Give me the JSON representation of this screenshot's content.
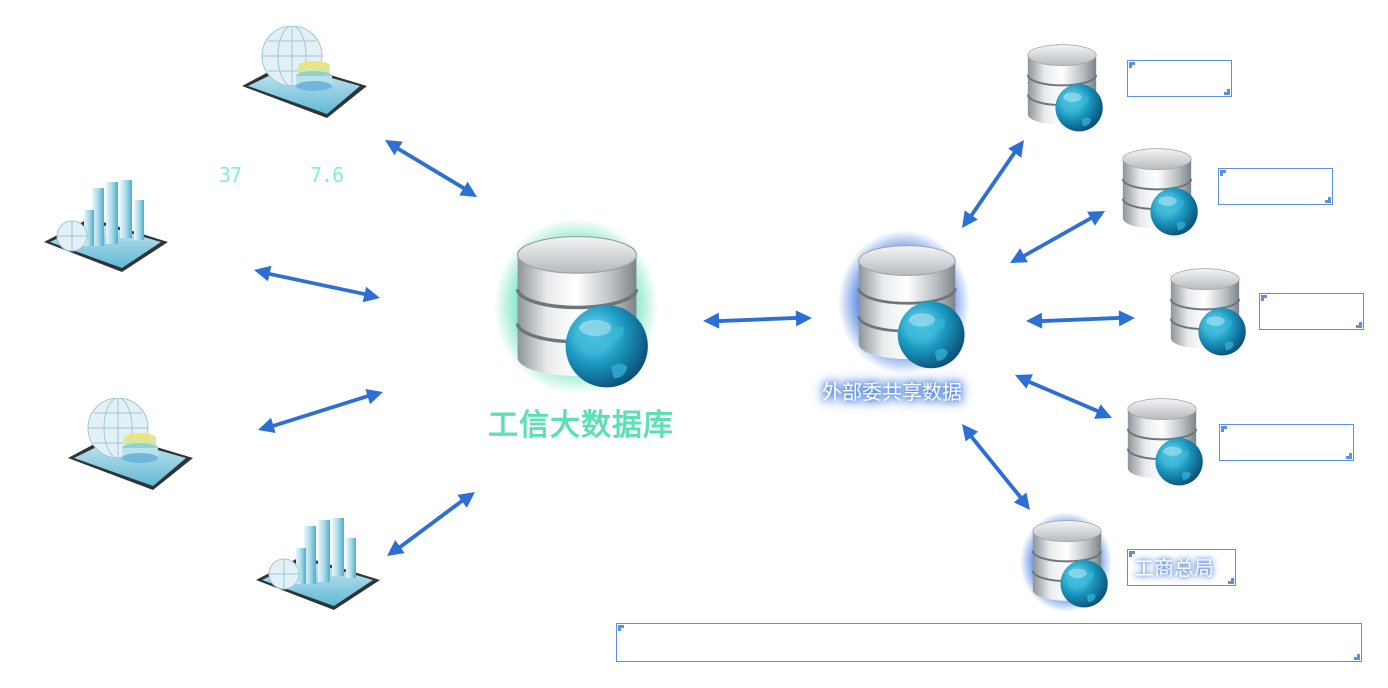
{
  "central_db": {
    "label": "工信大数据库"
  },
  "external_db": {
    "label": "外部委共享数据"
  },
  "metrics": [
    {
      "value": "37"
    },
    {
      "value": "7.6"
    }
  ],
  "agency_boxes": [
    {
      "label": ""
    },
    {
      "label": ""
    },
    {
      "label": ""
    },
    {
      "label": ""
    },
    {
      "label": "工商总局"
    }
  ],
  "footer_box": {
    "label": ""
  },
  "colors": {
    "arrow": "#2e6fd6",
    "center_glow": "#5ee0b4",
    "external_glow": "#3a7be0",
    "box_border": "#5d8fe0"
  },
  "icons": {
    "source_tablets": [
      "globe-tablet-icon",
      "bar-chart-tablet-icon",
      "globe-tablet-icon",
      "bar-chart-tablet-icon"
    ],
    "database": "database-globe-icon"
  }
}
